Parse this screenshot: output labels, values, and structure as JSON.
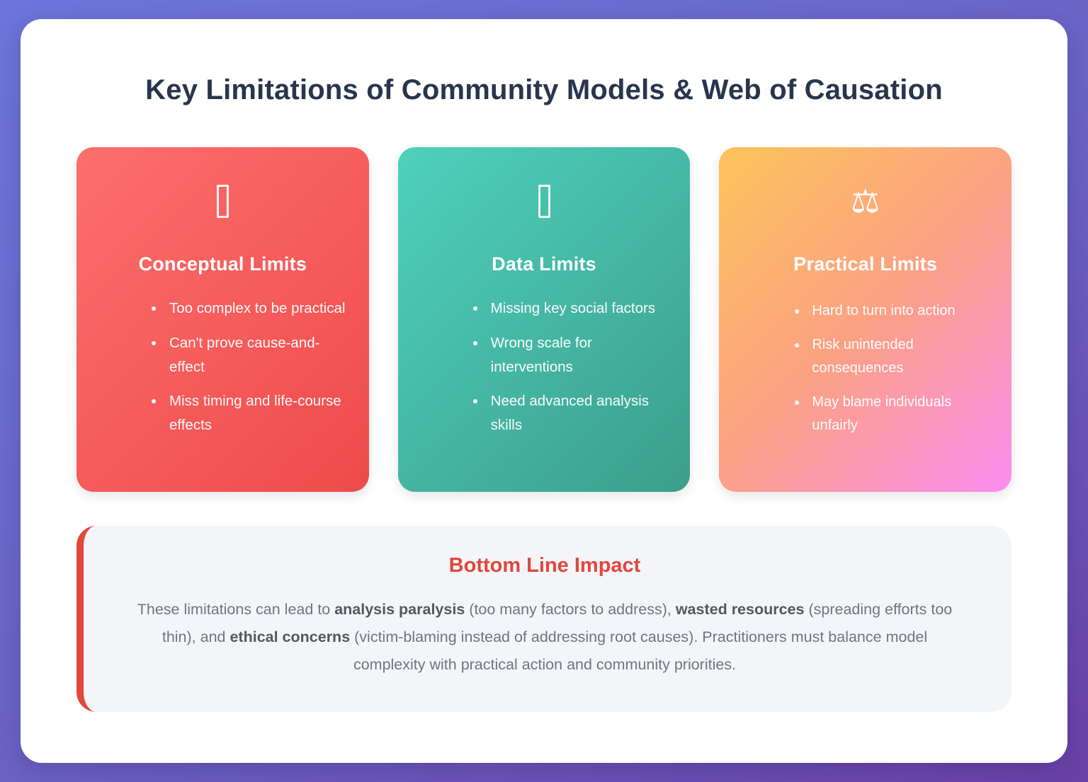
{
  "page": {
    "title": "Key Limitations of Community Models & Web of Causation",
    "title_color": "#27364d",
    "frame_gradient": [
      "#6c76da",
      "#6a41a6"
    ],
    "panel_bg": "#ffffff"
  },
  "cards": [
    {
      "title": "Conceptual Limits",
      "icon": "missing-glyph-box",
      "gradient": [
        "#fc6f6d",
        "#ee4b4b"
      ],
      "bullets": [
        "Too complex to be practical",
        "Can't prove cause-and-effect",
        "Miss timing and life-course effects"
      ]
    },
    {
      "title": "Data Limits",
      "icon": "missing-glyph-box",
      "gradient": [
        "#4ed1bd",
        "#3c9e8b"
      ],
      "bullets": [
        "Missing key social factors",
        "Wrong scale for interventions",
        "Need advanced analysis skills"
      ]
    },
    {
      "title": "Practical Limits",
      "icon": "balance-scale",
      "icon_glyph": "⚖",
      "gradient": [
        "#fdc45b",
        "#fc8df0"
      ],
      "bullets": [
        "Hard to turn into action",
        "Risk unintended consequences",
        "May blame individuals unfairly"
      ]
    }
  ],
  "bottom": {
    "title": "Bottom Line Impact",
    "title_color": "#e2473c",
    "body_segments": [
      {
        "text": "These limitations can lead to ",
        "bold": false
      },
      {
        "text": "analysis paralysis",
        "bold": true
      },
      {
        "text": " (too many factors to address), ",
        "bold": false
      },
      {
        "text": "wasted resources",
        "bold": true
      },
      {
        "text": " (spreading efforts too thin), and ",
        "bold": false
      },
      {
        "text": "ethical concerns",
        "bold": true
      },
      {
        "text": " (victim-blaming instead of addressing root causes). Practitioners must balance model complexity with practical action and community priorities.",
        "bold": false
      }
    ]
  }
}
